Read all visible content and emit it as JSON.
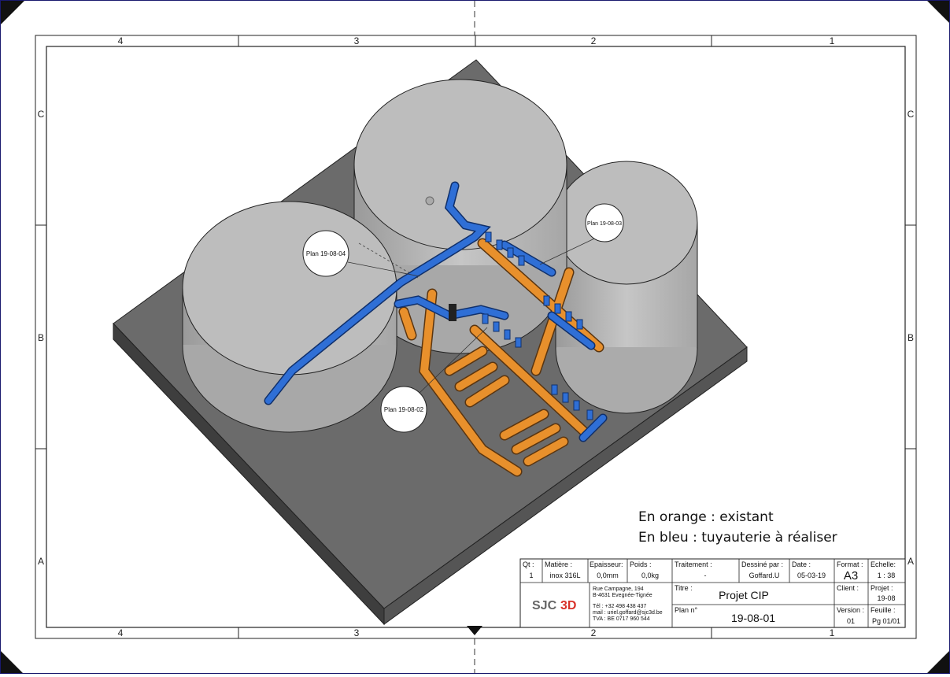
{
  "frame": {
    "columns": [
      "4",
      "3",
      "2",
      "1"
    ],
    "rows": [
      "C",
      "B",
      "A"
    ]
  },
  "callouts": {
    "plan_04": "Plan 19-08-04",
    "plan_03": "Plan 19-08-03",
    "plan_02": "Plan 19-08-02"
  },
  "legend": {
    "orange": "En orange : existant",
    "blue": "En bleu : tuyauterie à réaliser"
  },
  "colors": {
    "existing_pipe": "#E8902C",
    "new_pipe": "#2F6FD6",
    "tank": "#B4B4B4",
    "base": "#6A6A6A"
  },
  "title_block": {
    "qt_label": "Qt :",
    "qt_value": "1",
    "matiere_label": "Matière :",
    "matiere_value": "inox 316L",
    "epaisseur_label": "Epaisseur:",
    "epaisseur_value": "0,0mm",
    "poids_label": "Poids :",
    "poids_value": "0,0kg",
    "traitement_label": "Traitement :",
    "traitement_value": "-",
    "dessine_label": "Dessiné par :",
    "dessine_value": "Goffard.U",
    "date_label": "Date :",
    "date_value": "05-03-19",
    "format_label": "Format :",
    "format_value": "A3",
    "echelle_label": "Echelle:",
    "echelle_value": "1 : 38",
    "address_1": "Rue Campagne, 194",
    "address_2": "B-4631 Evegnée-Tignée",
    "tel": "Tél : +32 498 438 437",
    "mail": "mail : uriel.goffard@sjc3d.be",
    "tva": "TVA : BE 0717 960 544",
    "logo_left": "SJC",
    "logo_right": "3D",
    "titre_label": "Titre :",
    "titre_value": "Projet CIP",
    "plan_label": "Plan n°",
    "plan_value": "19-08-01",
    "client_label": "Client :",
    "client_value": "",
    "projet_label": "Projet :",
    "projet_value": "19-08",
    "version_label": "Version :",
    "version_value": "01",
    "feuille_label": "Feuille :",
    "feuille_value": "Pg  01/01"
  }
}
